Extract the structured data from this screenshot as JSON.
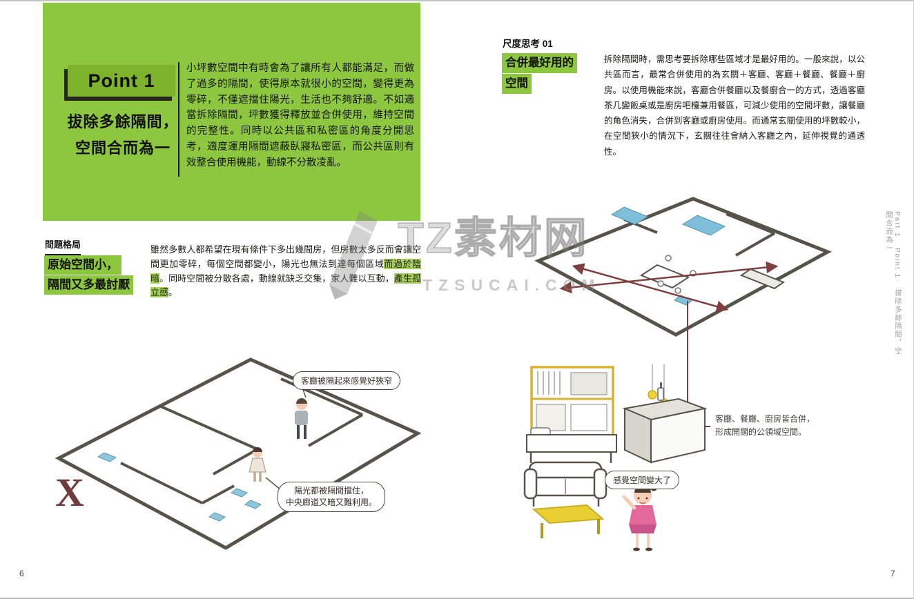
{
  "watermark": {
    "brand": "TZ素材网",
    "site": "TZSUCAI.COM"
  },
  "left_page": {
    "page_number": "6",
    "point": {
      "title": "Point 1",
      "subtitle": [
        "拔除多餘隔間，",
        "空間合而為一"
      ],
      "body": "小坪數空間中有時會為了讓所有人都能滿足，而做了過多的隔間，使得原本就很小的空間，變得更為零碎，不僅遮擋住陽光，生活也不夠舒適。不如適當拆除隔間，坪數獲得釋放並合併使用，維持空間的完整性。同時以公共區和私密區的角度分開思考，適度運用隔間遮蔽臥寢私密區，而公共區則有效整合使用機能，動線不分散凌亂。"
    },
    "problem": {
      "tag": "問題格局",
      "headline": [
        "原始空間小，",
        "隔間又多最討厭"
      ],
      "body_segments": [
        {
          "text": "雖然多數人都希望在現有條件下多出幾間房，但房數太多反而會讓空間更加零碎，每個空間都變小，陽光也無法到達每個區域",
          "hl": false
        },
        {
          "text": "而過於陰暗",
          "hl": true
        },
        {
          "text": "。同時空間被分散各處，動線就缺乏交集，家人難以互動，",
          "hl": false
        },
        {
          "text": "產生孤立感",
          "hl": true
        },
        {
          "text": "。",
          "hl": false
        }
      ]
    },
    "illustration": {
      "bubble_top": "客廳被隔起來感覺好狹窄",
      "bubble_bottom": [
        "陽光都被隔間擋住，",
        "中央廊道又暗又難利用。"
      ],
      "x_mark": "X"
    }
  },
  "right_page": {
    "page_number": "7",
    "section": {
      "kicker": "尺度思考 01",
      "headline": [
        "合併最好用的",
        "空間"
      ],
      "body": "拆除隔間時，需思考要拆除哪些區域才是最好用的。一般來說，以公共區而言，最常合併使用的為玄關＋客廳、客廳＋餐廳、餐廳＋廚房。以使用機能來說，客廳合併餐廳以及餐廚合一的方式，透過客廳茶几變飯桌或是廚房吧檯兼用餐區，可減少使用的空間坪數，讓餐廳的角色消失，合併到客廳或廚房使用。而通常玄關使用的坪數較小，在空間狹小的情況下，玄關往往會納入客廳之內，延伸視覺的通透性。"
    },
    "side_tab": {
      "part": "Part 1",
      "point": "Point 1",
      "title": "拔除多餘隔間，空間合而為一"
    },
    "vignette": {
      "bubble": "感覺空間變大了",
      "caption": [
        "客廳、餐廳、廚房皆合併，",
        "形成開闊的公領域空間。"
      ]
    }
  },
  "colors": {
    "green": "#8dc63f",
    "green_dark": "#7db32c",
    "text_highlight": "#a5d257",
    "maroon": "#7e3f3f",
    "yellow": "#e9cf33",
    "blue": "#7fbfda",
    "pink": "#e2699a"
  }
}
